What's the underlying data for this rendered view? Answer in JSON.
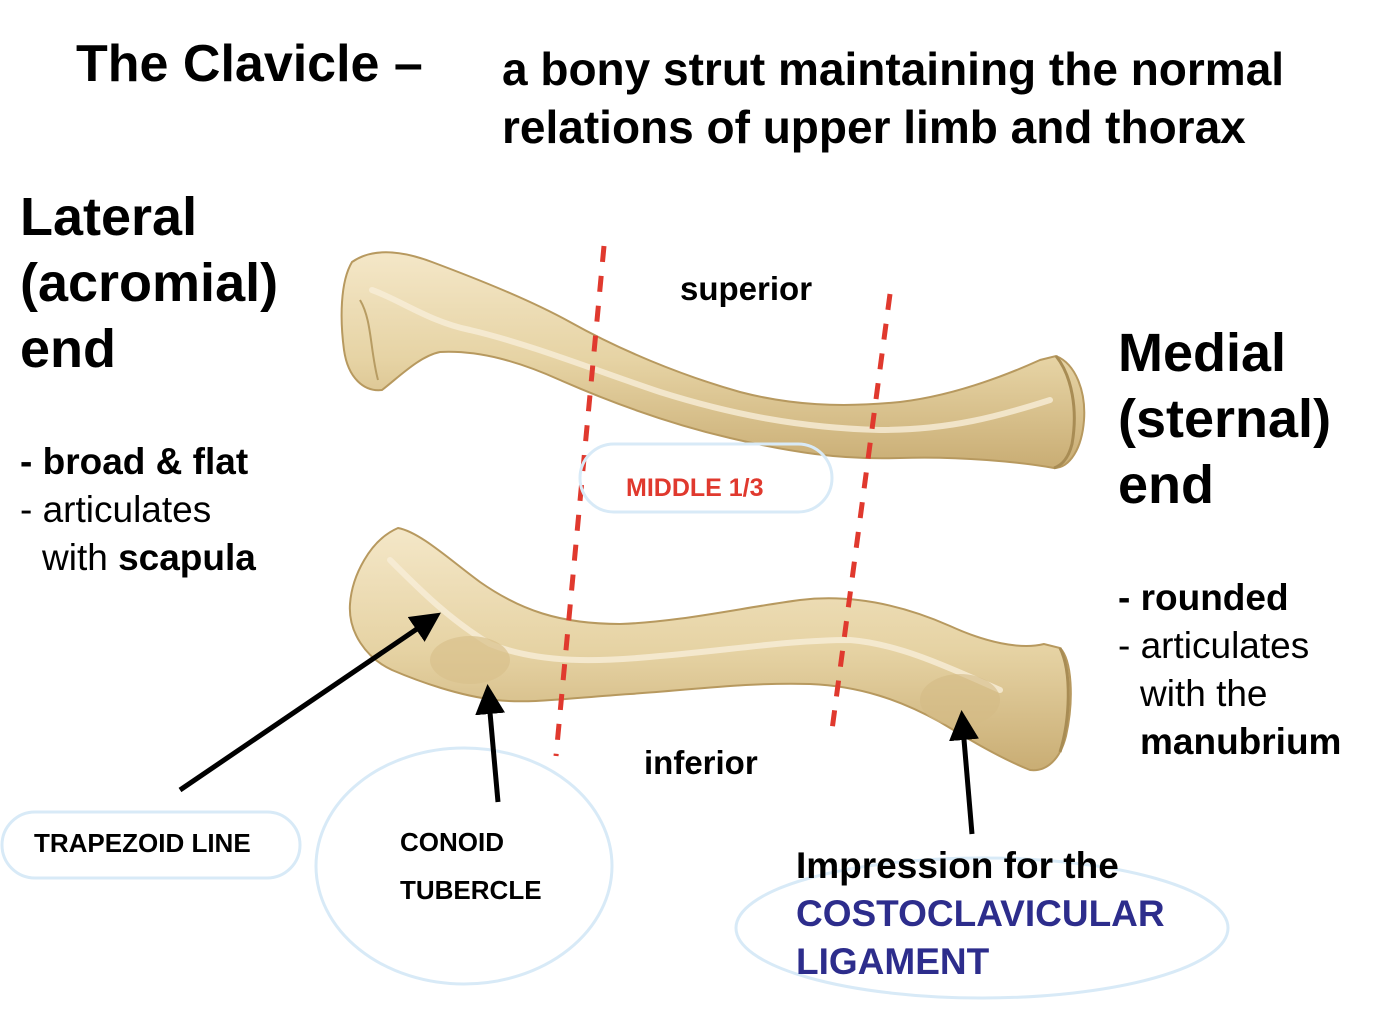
{
  "title": {
    "main": "The Clavicle –",
    "subtitle_line1": "a bony strut maintaining the normal",
    "subtitle_line2": "relations of upper limb and thorax"
  },
  "lateral": {
    "heading_line1": "Lateral",
    "heading_line2": "(acromial)",
    "heading_line3": "end",
    "point1": "- broad & flat",
    "point2_prefix": "- articulates",
    "point2_with": "with ",
    "point2_bold": "scapula"
  },
  "medial": {
    "heading_line1": "Medial",
    "heading_line2": "(sternal)",
    "heading_line3": "end",
    "point1": "- rounded",
    "point2_prefix": "- articulates",
    "point2_with": "with the",
    "point2_bold": "manubrium"
  },
  "bone_views": {
    "superior": "superior",
    "inferior": "inferior"
  },
  "region_label": "MIDDLE 1/3",
  "features": {
    "trapezoid_line": "TRAPEZOID LINE",
    "conoid_line1": "CONOID",
    "conoid_line2": "TUBERCLE",
    "impression_line1": "Impression for the",
    "impression_line2": "COSTOCLAVICULAR",
    "impression_line3": "LIGAMENT"
  },
  "colors": {
    "bone_fill": "#e6d3a4",
    "bone_shadow": "#c9ad74",
    "bone_highlight": "#f5ead0",
    "dashed_line": "#e0392e",
    "bubble_outline": "#d8eaf7",
    "ligament_text": "#2d2d8c"
  }
}
